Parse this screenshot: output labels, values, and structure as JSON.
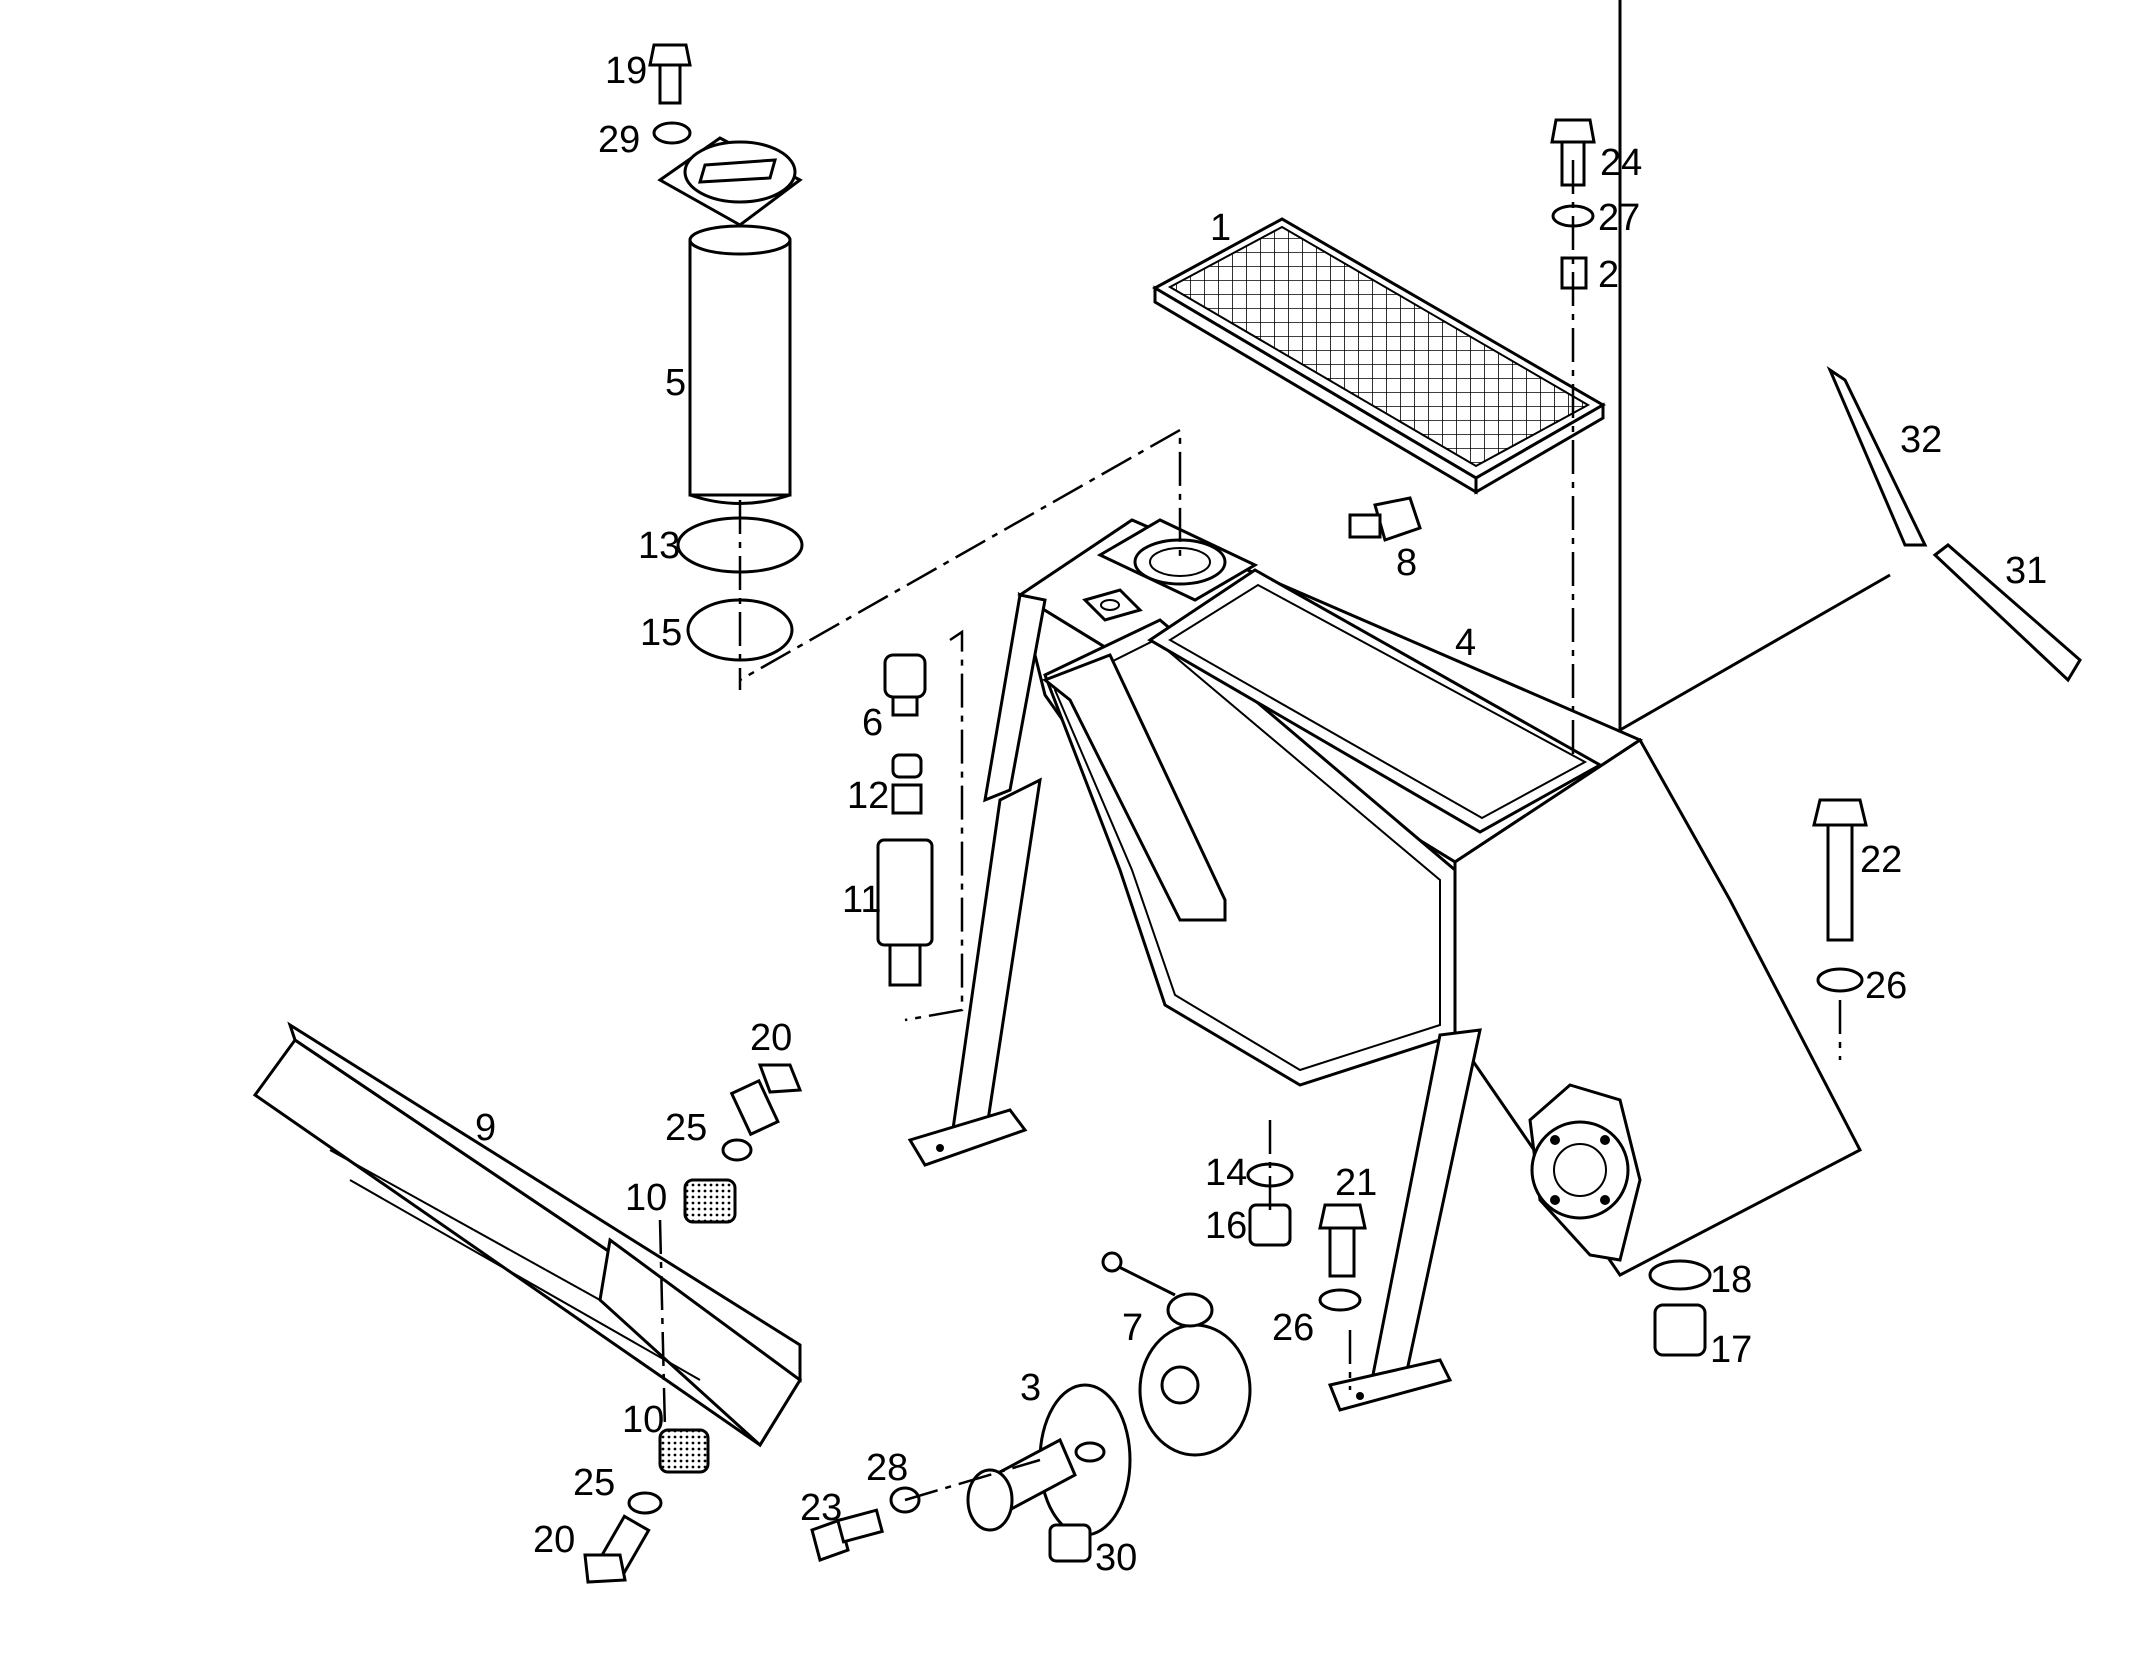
{
  "labels": {
    "p1": "1",
    "p2": "2",
    "p3": "3",
    "p4": "4",
    "p5": "5",
    "p6": "6",
    "p7": "7",
    "p8": "8",
    "p9": "9",
    "p10a": "10",
    "p10b": "10",
    "p11": "11",
    "p12": "12",
    "p13": "13",
    "p14": "14",
    "p15": "15",
    "p16": "16",
    "p17": "17",
    "p18": "18",
    "p19": "19",
    "p20a": "20",
    "p20b": "20",
    "p21": "21",
    "p22": "22",
    "p23": "23",
    "p24": "24",
    "p25a": "25",
    "p25b": "25",
    "p26a": "26",
    "p26b": "26",
    "p27": "27",
    "p28": "28",
    "p29": "29",
    "p30": "30",
    "p31": "31",
    "p32": "32"
  }
}
